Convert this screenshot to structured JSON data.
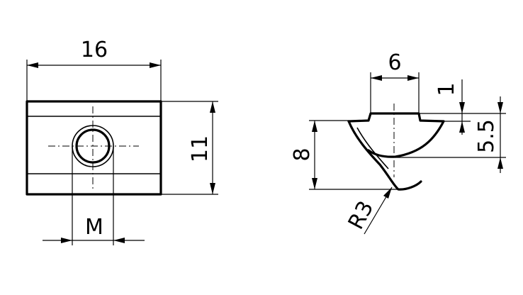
{
  "dimensions": {
    "width": "16",
    "height": "11",
    "thread": "M",
    "slot_width": "6",
    "step": "1",
    "head_height": "5.5",
    "total_height": "8",
    "radius": "R3"
  }
}
